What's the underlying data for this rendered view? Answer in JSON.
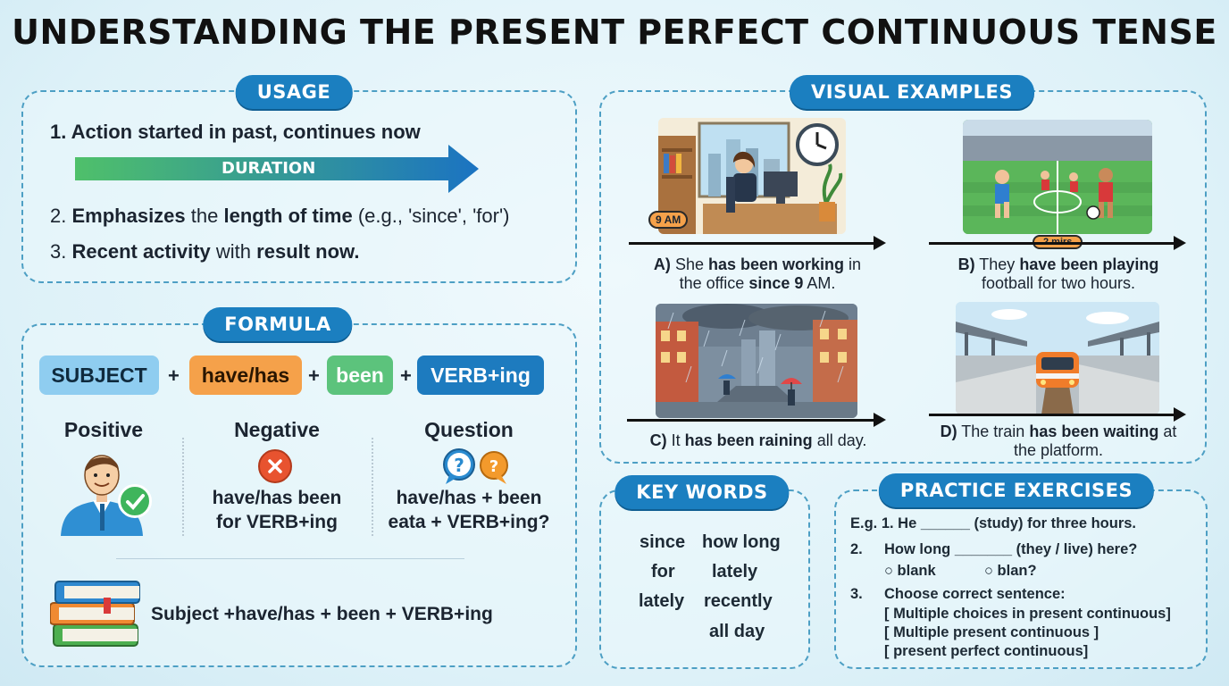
{
  "title": "UNDERSTANDING THE PRESENT PERFECT CONTINUOUS TENSE",
  "usage": {
    "heading": "USAGE",
    "item1": "1. Action started in past, continues now",
    "duration_label": "DURATION",
    "item2_num": "2.",
    "item2_b1": "Emphasizes",
    "item2_t1": "the",
    "item2_b2": "length of time",
    "item2_t2": "(e.g., 'since', 'for')",
    "item3_num": "3.",
    "item3_b1": "Recent activity",
    "item3_t1": "with",
    "item3_b2": "result now."
  },
  "formula": {
    "heading": "FORMULA",
    "parts": [
      "SUBJECT",
      "have/has",
      "been",
      "VERB+ing"
    ],
    "plus": "+",
    "positive_label": "Positive",
    "negative_label": "Negative",
    "negative_text1": "have/has been",
    "negative_text2": "for VERB+ing",
    "question_label": "Question",
    "question_text1": "have/has + been",
    "question_text2": "eata + VERB+ing?",
    "summary": "Subject +have/has + been + VERB+ing"
  },
  "visual_examples": {
    "heading": "VISUAL EXAMPLES",
    "a_tag": "9 AM",
    "b_tag": "2 mirs",
    "a_l1_p": "A)",
    "a_l1_t1": "She",
    "a_l1_b": "has been working",
    "a_l1_t2": "in",
    "a_l2_t1": "the office",
    "a_l2_b": "since 9",
    "a_l2_t2": "AM.",
    "b_l1_p": "B)",
    "b_l1_t1": "They",
    "b_l1_b": "have been playing",
    "b_l2": "football for two hours.",
    "c_l1_p": "C)",
    "c_l1_t1": "It",
    "c_l1_b": "has been raining",
    "c_l1_t2": "all day.",
    "d_l1_p": "D)",
    "d_l1_t1": "The train",
    "d_l1_b": "has been waiting",
    "d_l1_t2": "at",
    "d_l2": "the platform."
  },
  "key_words": {
    "heading": "KEY WORDS",
    "left": [
      "since",
      "for",
      "lately"
    ],
    "right": [
      "how long",
      "lately",
      "recently",
      "all day"
    ]
  },
  "practice": {
    "heading": "PRACTICE EXERCISES",
    "q1": "E.g. 1. He ______ (study) for three hours.",
    "q2_num": "2.",
    "q2": "How long _______ (they / live) here?",
    "q2_opt1": "○ blank",
    "q2_opt2": "○ blan?",
    "q3_num": "3.",
    "q3": "Choose correct sentence:",
    "q3_opt1": "[ Multiple choices in present continuous]",
    "q3_opt2": "[ Multiple present continuous ]",
    "q3_opt3": "[ present perfect continuous]"
  },
  "colors": {
    "pill_blue": "#1b7fc0",
    "subject_box": "#8fcdf0",
    "have_box": "#f5a14a",
    "been_box": "#5cc37c",
    "verb_box": "#1d7bbf",
    "negative_icon": "#e8532f",
    "question_icon_1": "#2a8bd0",
    "question_icon_2": "#f39a2c"
  },
  "icons": [
    "arrow-right-icon",
    "check-icon",
    "close-icon",
    "question-bubble-icon",
    "books-icon",
    "teacher-avatar",
    "clock-icon"
  ]
}
